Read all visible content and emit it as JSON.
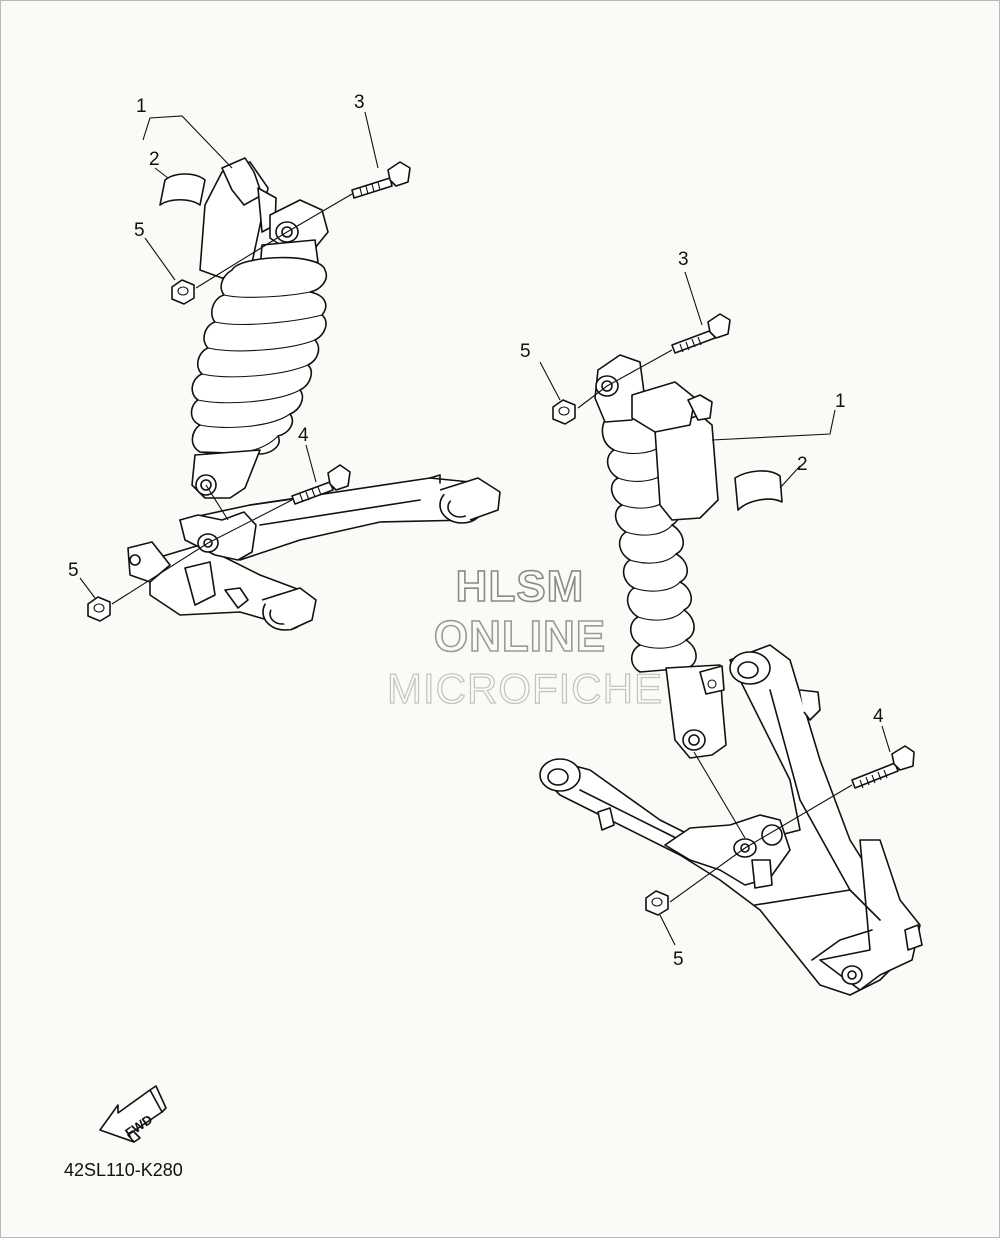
{
  "watermark": {
    "line1": "HLSM",
    "line2": "ONLINE",
    "line3": "MICROFICHE"
  },
  "callouts": {
    "left": {
      "p1": "1",
      "p2": "2",
      "p3": "3",
      "p4": "4",
      "p5a": "5",
      "p5b": "5"
    },
    "right": {
      "p1": "1",
      "p2": "2",
      "p3": "3",
      "p4": "4",
      "p5a": "5",
      "p5b": "5"
    }
  },
  "fwd_label": "FWD",
  "diagram_code": "42SL110-K280",
  "colors": {
    "line": "#111111",
    "fill": "#ffffff",
    "background": "#fbfaf6"
  }
}
